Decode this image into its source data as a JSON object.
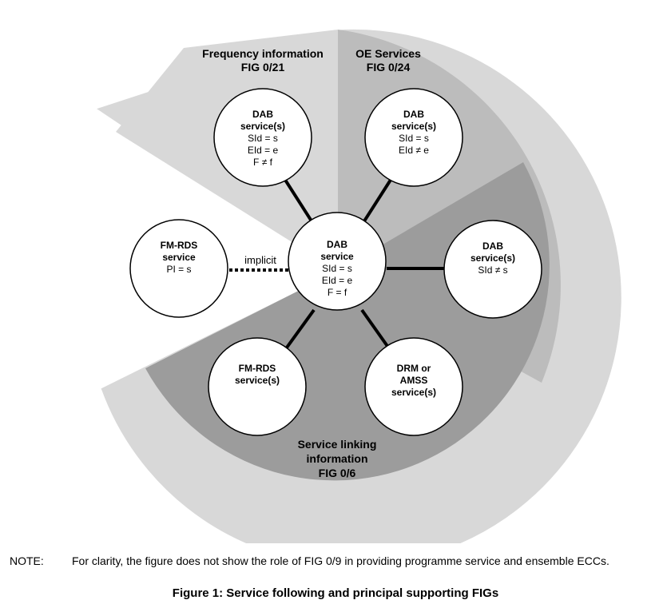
{
  "colors": {
    "outer_sector": "#d8d8d8",
    "middle_sector": "#bcbcbc",
    "inner_sector": "#9c9c9c",
    "node_fill": "#ffffff",
    "stroke": "#000000"
  },
  "sectors": {
    "frequency": {
      "title": "Frequency information",
      "fig": "FIG 0/21"
    },
    "oe": {
      "title": "OE Services",
      "fig": "FIG 0/24"
    },
    "linking": {
      "line1": "Service linking",
      "line2": "information",
      "fig": "FIG 0/6"
    }
  },
  "nodes": {
    "center": {
      "lines": [
        "DAB",
        "service",
        "SId = s",
        "EId = e",
        "F = f"
      ]
    },
    "top_left": {
      "lines": [
        "DAB",
        "service(s)",
        "SId = s",
        "EId = e",
        "F ≠ f"
      ]
    },
    "top_right": {
      "lines": [
        "DAB",
        "service(s)",
        "SId = s",
        "EId ≠ e"
      ]
    },
    "right": {
      "lines": [
        "DAB",
        "service(s)",
        "SId ≠ s"
      ]
    },
    "left": {
      "lines": [
        "FM-RDS",
        "service",
        "PI = s"
      ]
    },
    "bottom_left": {
      "lines": [
        "FM-RDS",
        "service(s)"
      ]
    },
    "bottom_right": {
      "lines": [
        "DRM or",
        "AMSS",
        "service(s)"
      ]
    }
  },
  "edges": {
    "implicit_label": "implicit"
  },
  "note": {
    "label": "NOTE:",
    "text": "For clarity, the figure does not show the role of FIG 0/9 in providing programme service and ensemble ECCs."
  },
  "caption": "Figure 1: Service following and principal supporting FIGs"
}
